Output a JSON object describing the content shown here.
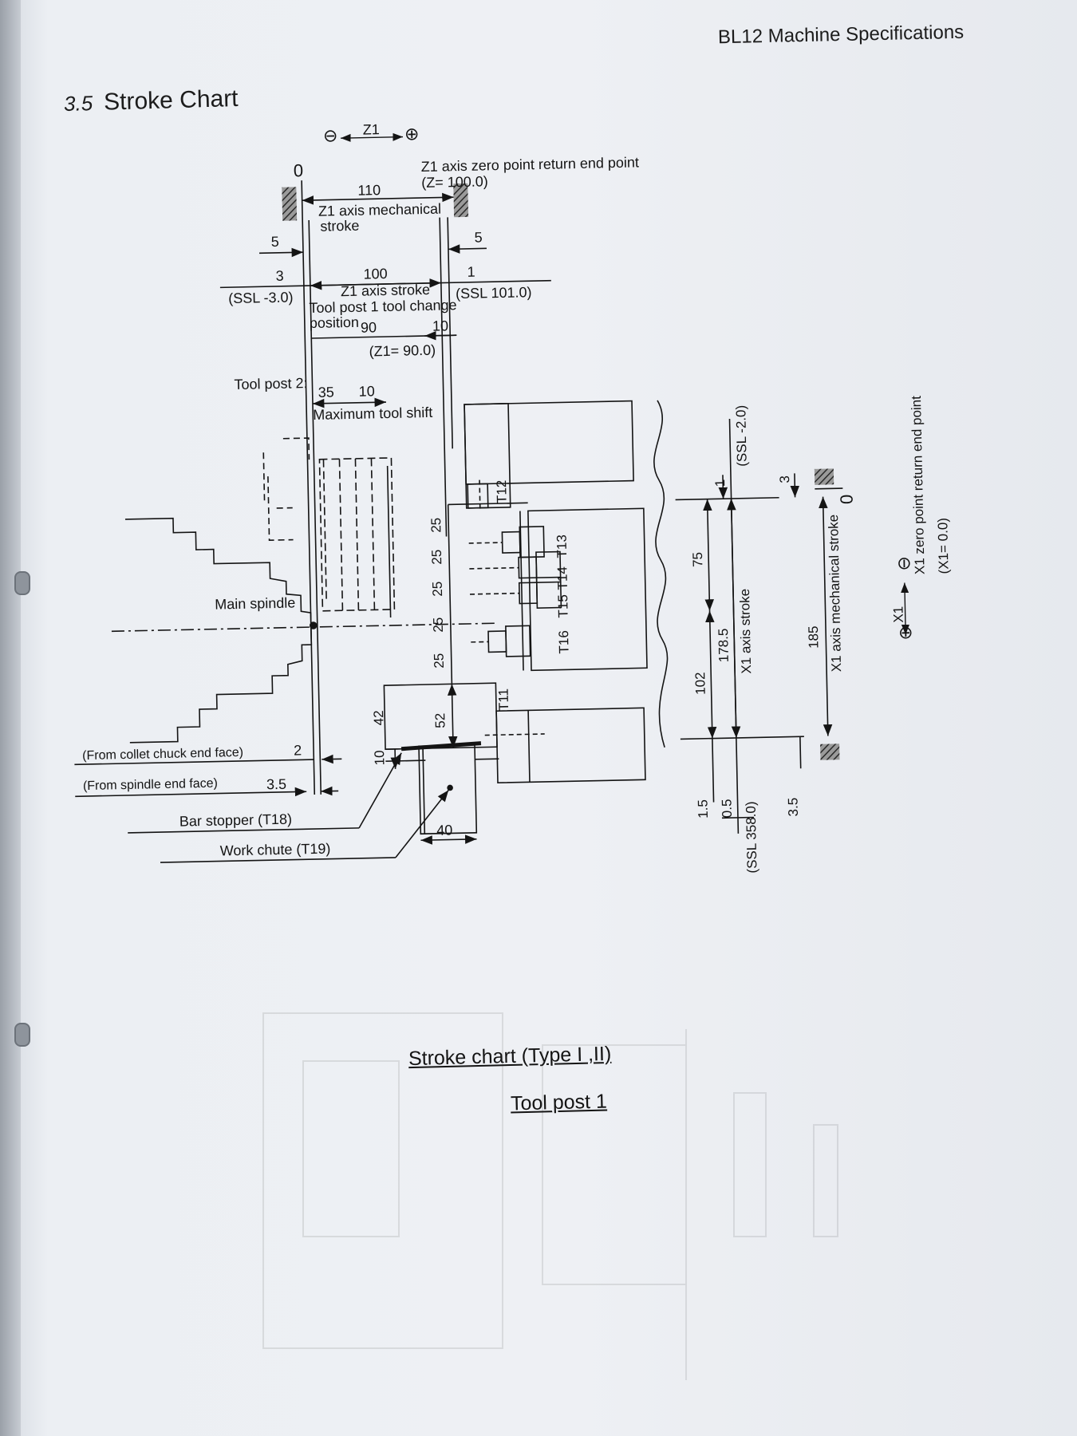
{
  "header": "BL12 Machine Specifications",
  "section": {
    "number": "3.5",
    "title": "Stroke Chart"
  },
  "z1_axis": {
    "label": "Z1",
    "minus": "⊖",
    "plus": "⊕",
    "zero": "0",
    "zero_return_title": "Z1 axis zero point return end point",
    "zero_return_value": "(Z= 100.0)",
    "mech_value": "110",
    "mech_label_1": "Z1 axis mechanical",
    "mech_label_2": "stroke",
    "left_5": "5",
    "right_5": "5",
    "left_3": "3",
    "stroke_value": "100",
    "right_1": "1",
    "ssl_left": "(SSL -3.0)",
    "stroke_label": "Z1 axis stroke",
    "ssl_right": "(SSL  101.0)",
    "tc_label_1": "Tool post 1 tool change",
    "tc_label_2": "position",
    "tc_value": "90",
    "tc_rem": "10",
    "tc_z": "(Z1= 90.0)"
  },
  "tool_post_2": {
    "label": "Tool post 2:",
    "v35": "35",
    "v10": "10",
    "shift_label": "Maximum tool shift"
  },
  "labels": {
    "main_spindle": "Main spindle",
    "collet": "(From collet chuck end face)",
    "collet_value": "2",
    "spindle_end": "(From spindle end face)",
    "spindle_value": "3.5",
    "bar_stopper": "Bar stopper (T18)",
    "work_chute": "Work chute (T19)",
    "chute_width": "40"
  },
  "tools": {
    "t11": "T11",
    "t12": "T12",
    "t13": "T13",
    "t14": "T14",
    "t15": "T15",
    "t16": "T16"
  },
  "pitches": {
    "p1": "25",
    "p2": "25",
    "p3": "25",
    "p4": "25",
    "p5": "25",
    "p52": "52",
    "p42": "42",
    "p10": "10"
  },
  "x1_axis": {
    "ssl_top": "(SSL -2.0)",
    "v1": "1",
    "v3": "3",
    "zero": "0",
    "v75": "75",
    "v102": "102",
    "v1785": "178.5",
    "stroke_label": "X1 axis stroke",
    "v185": "185",
    "mech_label": "X1 axis mechanical stroke",
    "v15": "1.5",
    "v05": "0.5",
    "ssl_bottom": "(SSL 358.0)",
    "v35": "3.5",
    "zero_return_title": "X1 zero point return end point",
    "zero_return_value": "(X1= 0.0)",
    "label": "X1",
    "plus": "⊕",
    "minus": "⊖"
  },
  "captions": {
    "line1": "Stroke chart (Type I ,II)",
    "line2": "Tool post 1"
  }
}
